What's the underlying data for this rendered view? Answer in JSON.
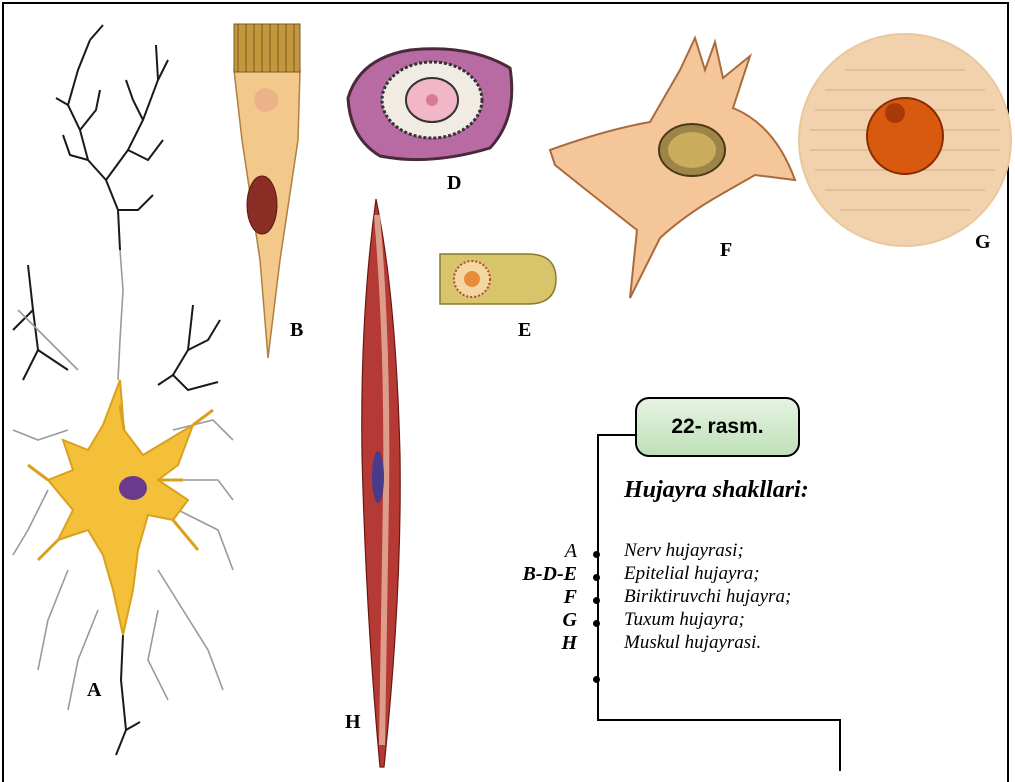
{
  "figure": {
    "caption": "22- rasm.",
    "title": "Hujayra shakllari:"
  },
  "labels": {
    "A": "A",
    "B": "B",
    "D": "D",
    "E": "E",
    "F": "F",
    "G": "G",
    "H": "H"
  },
  "legend": [
    {
      "code": "A",
      "text": "Nerv hujayrasi;"
    },
    {
      "code": "B-D-E",
      "text": "Epitelial hujayra;"
    },
    {
      "code": "F",
      "text": "Biriktiruvchi hujayra;"
    },
    {
      "code": "G",
      "text": "Tuxum hujayra;"
    },
    {
      "code": "H",
      "text": "Muskul hujayrasi."
    }
  ]
}
